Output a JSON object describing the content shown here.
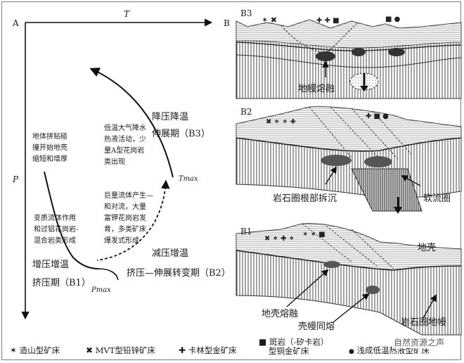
{
  "ptpath": {
    "corner_a": "A",
    "corner_b": "B",
    "t_axis": "T",
    "p_axis": "P",
    "tmax": "Tmax",
    "pmax": "Pmax",
    "b3_title": "降压降温",
    "b3_sub": "伸展期（B3）",
    "b3_note": [
      "低温大气降水",
      "热液活动，少",
      "量A型花岗岩",
      "类出现"
    ],
    "b2_note": [
      "巨量流体产生—",
      "和对流，大量",
      "富钾花岗岩发",
      "育，多类矿床",
      "爆发式形成"
    ],
    "b2_title": "减压增温",
    "b2_sub": "挤压—伸展转变期（B2）",
    "b1_title": "增压增温",
    "b1_sub": "挤压期（B1）",
    "left_note1": [
      "地体拼贴碰",
      "撞开始地壳",
      "缩短和增厚"
    ],
    "left_note2": [
      "变质流体作用",
      "和过铝花岗岩-",
      "混合岩类形成"
    ]
  },
  "sections": {
    "b3": {
      "tag": "B3",
      "caption": "地幔熔融"
    },
    "b2": {
      "tag": "B2",
      "caption_left": "岩石圈根部拆沉",
      "caption_right": "软流圈"
    },
    "b1": {
      "tag": "B1",
      "crust": "地壳",
      "crust_melt": "地壳熔融",
      "crust_mantle": "壳幔同熔",
      "lith_mantle": "岩石圈地幔"
    }
  },
  "legend": [
    {
      "icon": "asterisk-icon",
      "glyph": "✶",
      "label": "造山型矿床"
    },
    {
      "icon": "cross-star-icon",
      "glyph": "✖",
      "label": "MVT型铅锌矿床"
    },
    {
      "icon": "small-cross-icon",
      "glyph": "✚",
      "label": "卡林型金矿床"
    },
    {
      "icon": "square-icon",
      "glyph": "■",
      "label_1": "斑岩（-矽卡岩）",
      "label_2": "型铜金矿床"
    },
    {
      "icon": "dot-icon",
      "glyph": "●",
      "label": "浅成低温热液型矿床"
    }
  ],
  "watermark": "自然资源之声"
}
